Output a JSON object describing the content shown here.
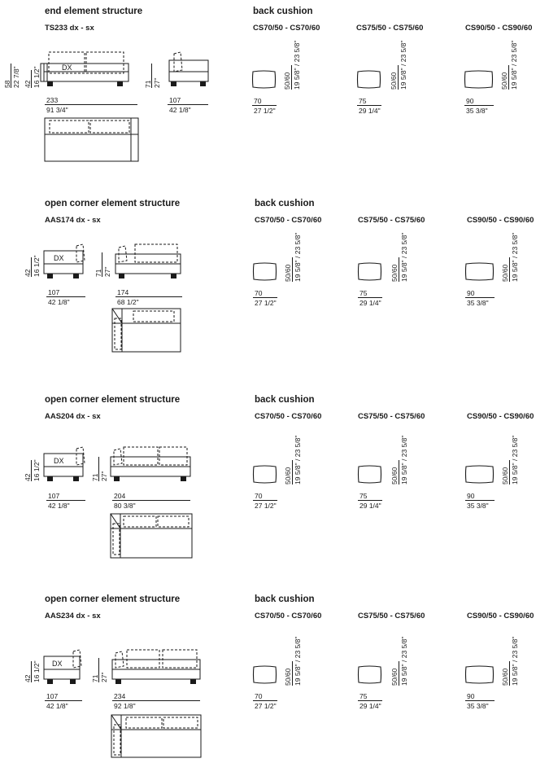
{
  "sections": [
    {
      "title": "end element structure",
      "code": "TS233  dx - sx",
      "dx_label": "DX",
      "side_dims": [
        [
          "58",
          "22 7/8\""
        ],
        [
          "42",
          "16 1/2\""
        ]
      ],
      "height_dim": [
        "71",
        "27\""
      ],
      "width_dim": [
        "233",
        "91 3/4\""
      ],
      "depth_dim": [
        "107",
        "42 1/8\""
      ],
      "cushion_title": "back cushion",
      "cushion_size_label": [
        "50/60",
        "19 5/8\" / 23 5/8\""
      ],
      "cushions": [
        {
          "code": "CS70/50 - CS70/60",
          "w": "70",
          "w_in": "27 1/2\""
        },
        {
          "code": "CS75/50 - CS75/60",
          "w": "75",
          "w_in": "29 1/4\""
        },
        {
          "code": "CS90/50 - CS90/60",
          "w": "90",
          "w_in": "35 3/8\""
        }
      ]
    },
    {
      "title": "open corner element structure",
      "code": "AAS174  dx - sx",
      "dx_label": "DX",
      "side_dims": [
        [
          "42",
          "16 1/2\""
        ]
      ],
      "height_dim": [
        "71",
        "27\""
      ],
      "width_dim": [
        "174",
        "68 1/2\""
      ],
      "depth_dim": [
        "107",
        "42 1/8\""
      ],
      "cushion_title": "back cushion",
      "cushion_size_label": [
        "50/60",
        "19 5/8\" / 23 5/8\""
      ],
      "cushions": [
        {
          "code": "CS70/50 - CS70/60",
          "w": "70",
          "w_in": "27 1/2\""
        },
        {
          "code": "CS75/50 - CS75/60",
          "w": "75",
          "w_in": "29 1/4\""
        },
        {
          "code": "CS90/50 - CS90/60",
          "w": "90",
          "w_in": "35 3/8\""
        }
      ]
    },
    {
      "title": "open corner element structure",
      "code": "AAS204  dx - sx",
      "dx_label": "DX",
      "side_dims": [
        [
          "42",
          "16 1/2\""
        ]
      ],
      "height_dim": [
        "71",
        "27\""
      ],
      "width_dim": [
        "204",
        "80 3/8\""
      ],
      "depth_dim": [
        "107",
        "42 1/8\""
      ],
      "cushion_title": "back cushion",
      "cushion_size_label": [
        "50/60",
        "19 5/8\" / 23 5/8\""
      ],
      "cushions": [
        {
          "code": "CS70/50 - CS70/60",
          "w": "70",
          "w_in": "27 1/2\""
        },
        {
          "code": "CS75/50 - CS75/60",
          "w": "75",
          "w_in": "29 1/4\""
        },
        {
          "code": "CS90/50 - CS90/60",
          "w": "90",
          "w_in": "35 3/8\""
        }
      ]
    },
    {
      "title": "open corner element structure",
      "code": "AAS234  dx - sx",
      "dx_label": "DX",
      "side_dims": [
        [
          "42",
          "16 1/2\""
        ]
      ],
      "height_dim": [
        "71",
        "27\""
      ],
      "width_dim": [
        "234",
        "92 1/8\""
      ],
      "depth_dim": [
        "107",
        "42 1/8\""
      ],
      "cushion_title": "back cushion",
      "cushion_size_label": [
        "50/60",
        "19 5/8\" / 23 5/8\""
      ],
      "cushions": [
        {
          "code": "CS70/50 - CS70/60",
          "w": "70",
          "w_in": "27 1/2\""
        },
        {
          "code": "CS75/50 - CS75/60",
          "w": "75",
          "w_in": "29 1/4\""
        },
        {
          "code": "CS90/50 - CS90/60",
          "w": "90",
          "w_in": "35 3/8\""
        }
      ]
    }
  ]
}
